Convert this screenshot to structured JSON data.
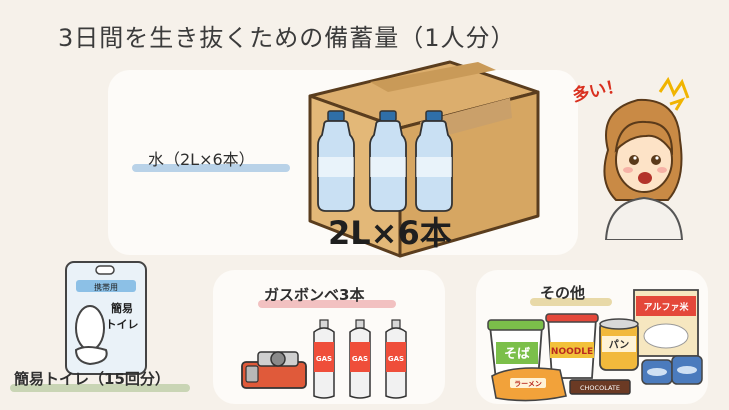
{
  "title": "3日間を生き抜くための備蓄量（1人分）",
  "water": {
    "label": "水（2L×6本）",
    "box_text": "2L×6本"
  },
  "girl": {
    "speech": "多い！"
  },
  "toilet": {
    "label": "簡易トイレ（15回分）",
    "pack_top": "携帯用",
    "pack_text_1": "簡易",
    "pack_text_2": "トイレ"
  },
  "gas": {
    "label": "ガスボンベ3本",
    "can_text": "GAS"
  },
  "other": {
    "label": "その他",
    "soba": "そば",
    "noodle": "NOODLE",
    "pan": "パン",
    "alpha_rice": "アルファ米",
    "ramen": "ラーメン",
    "chocolate": "CHOCOLATE"
  },
  "colors": {
    "water_highlight": "#b9d2e8",
    "toilet_highlight": "#c9d5b5",
    "gas_highlight": "#f2c1c1",
    "other_highlight": "#e8d9a8",
    "background": "#f6f1ea"
  }
}
